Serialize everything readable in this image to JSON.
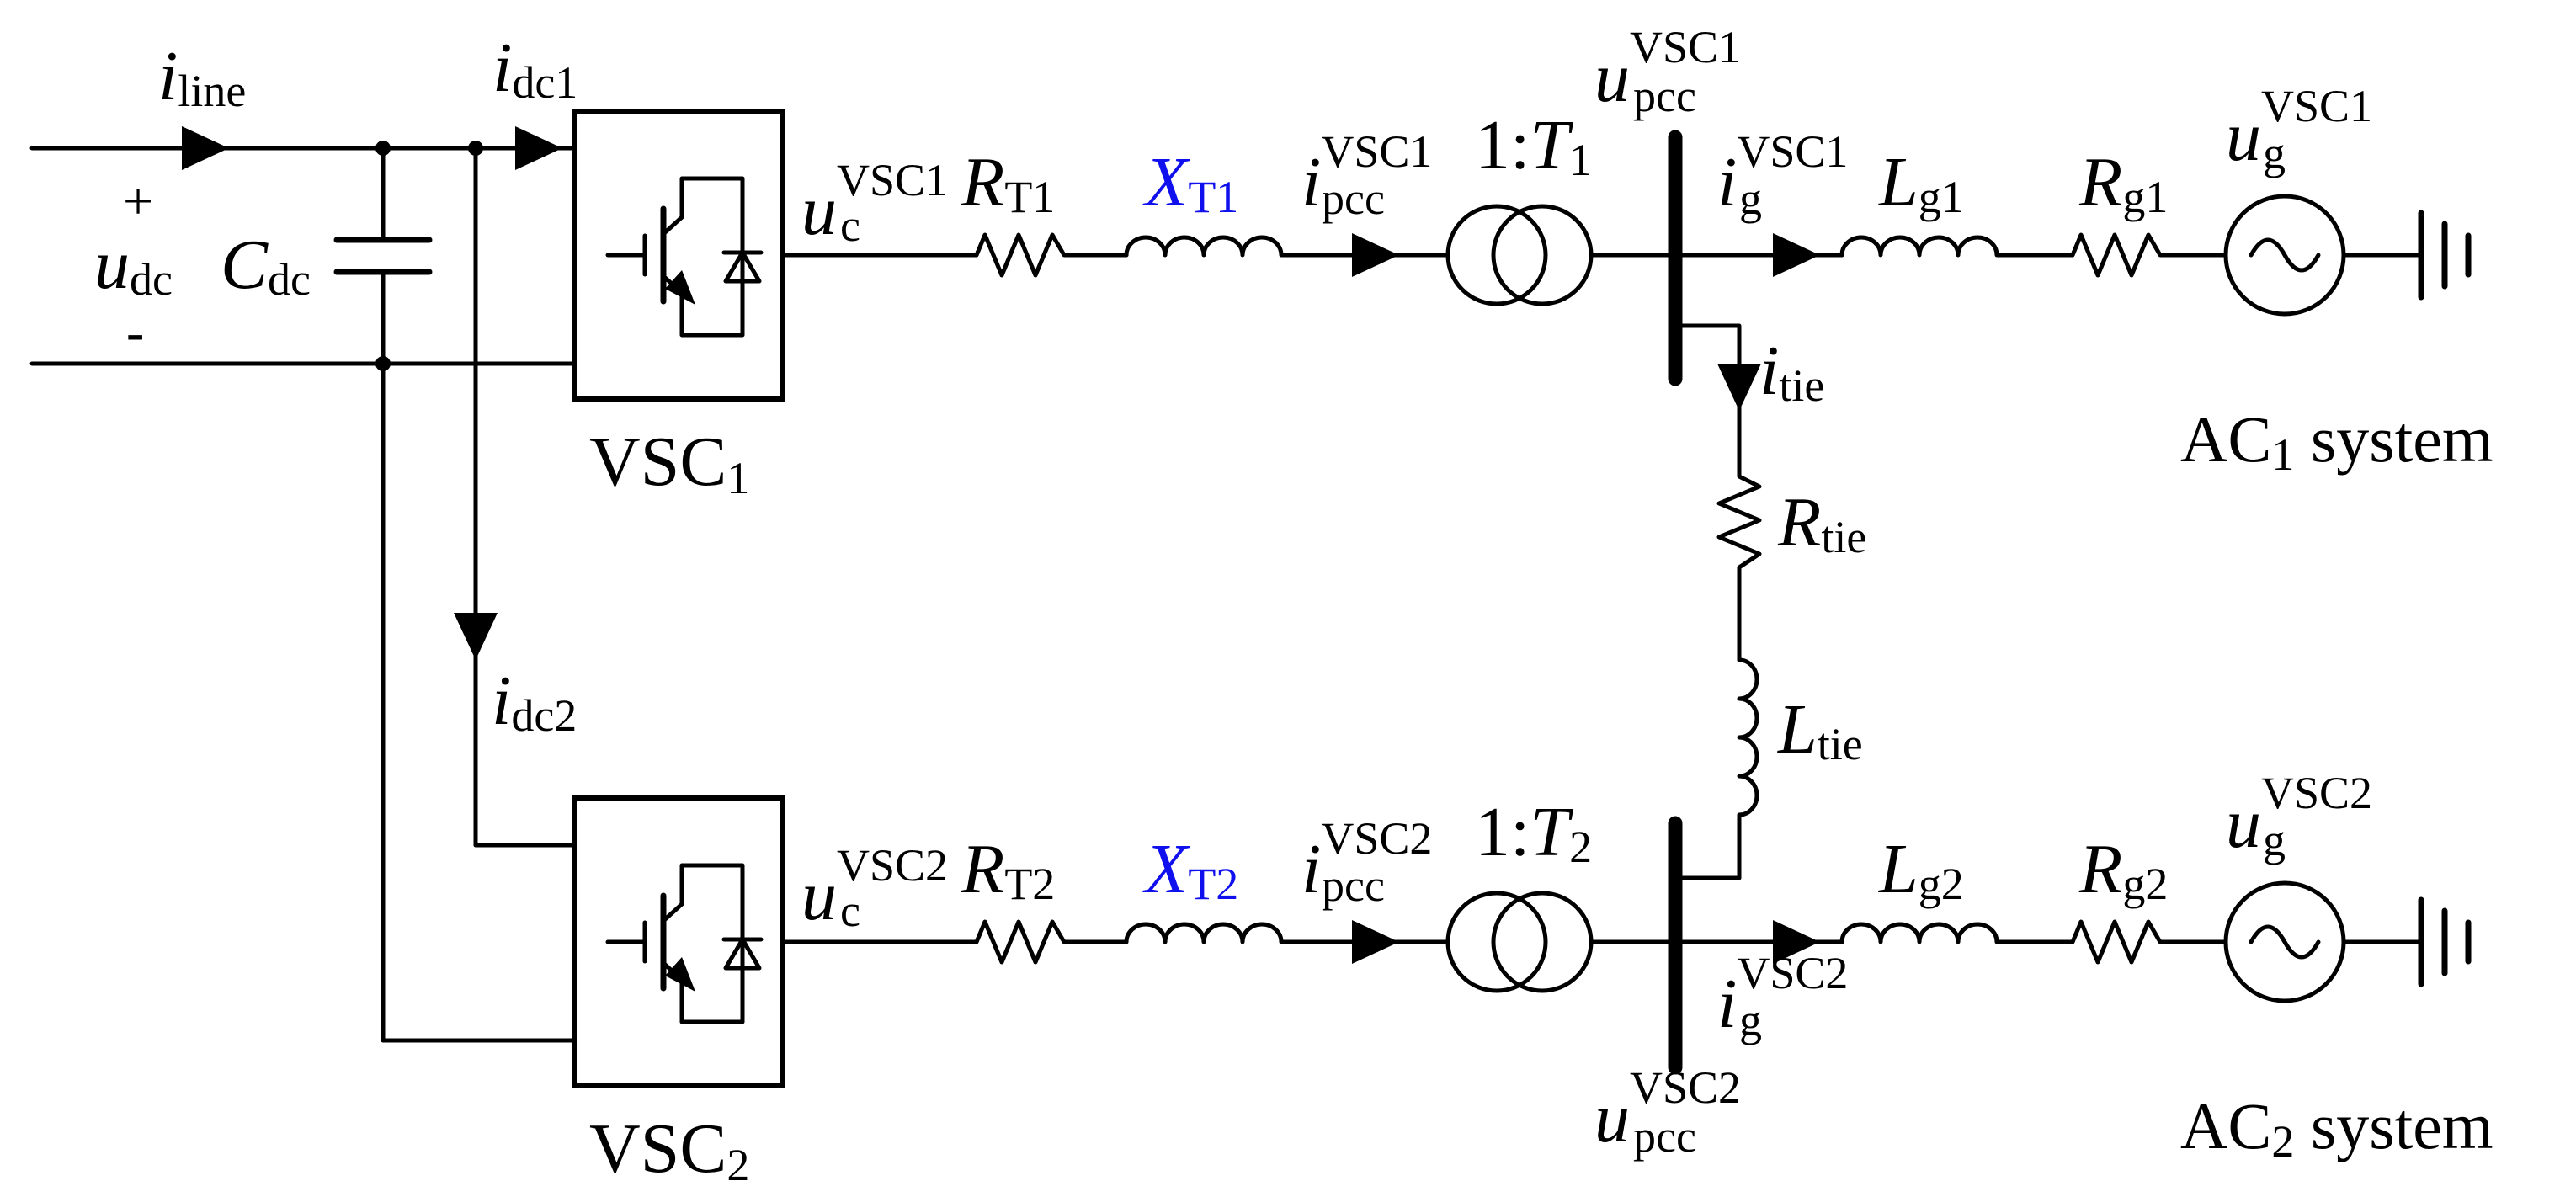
{
  "diagram": {
    "dc": {
      "current_line": {
        "sym": "i",
        "sub": "line"
      },
      "current_dc1": {
        "sym": "i",
        "sub": "dc1"
      },
      "current_dc2": {
        "sym": "i",
        "sub": "dc2"
      },
      "voltage": {
        "sym": "u",
        "sub": "dc"
      },
      "plus": "+",
      "minus": "-",
      "capacitor": {
        "sym": "C",
        "sub": "dc"
      }
    },
    "vsc1": {
      "name": "VSC",
      "name_sub": "1",
      "uc": {
        "sym": "u",
        "sub": "c",
        "sup": "VSC1"
      },
      "rt": {
        "sym": "R",
        "sub": "T1"
      },
      "xt": {
        "sym": "X",
        "sub": "T1"
      },
      "ipcc": {
        "sym": "i",
        "sub": "pcc",
        "sup": "VSC1"
      },
      "transformer": {
        "prefix": "1:",
        "sym": "T",
        "sub": "1"
      },
      "upcc": {
        "sym": "u",
        "sub": "pcc",
        "sup": "VSC1"
      },
      "ig": {
        "sym": "i",
        "sub": "g",
        "sup": "VSC1"
      },
      "lg": {
        "sym": "L",
        "sub": "g1"
      },
      "rg": {
        "sym": "R",
        "sub": "g1"
      },
      "ug": {
        "sym": "u",
        "sub": "g",
        "sup": "VSC1"
      },
      "system": {
        "pre": "AC",
        "sub": "1",
        "post": " system"
      }
    },
    "tie": {
      "current": {
        "sym": "i",
        "sub": "tie"
      },
      "resistor": {
        "sym": "R",
        "sub": "tie"
      },
      "inductor": {
        "sym": "L",
        "sub": "tie"
      }
    },
    "vsc2": {
      "name": "VSC",
      "name_sub": "2",
      "uc": {
        "sym": "u",
        "sub": "c",
        "sup": "VSC2"
      },
      "rt": {
        "sym": "R",
        "sub": "T2"
      },
      "xt": {
        "sym": "X",
        "sub": "T2"
      },
      "ipcc": {
        "sym": "i",
        "sub": "pcc",
        "sup": "VSC2"
      },
      "transformer": {
        "prefix": "1:",
        "sym": "T",
        "sub": "2"
      },
      "upcc": {
        "sym": "u",
        "sub": "pcc",
        "sup": "VSC2"
      },
      "ig": {
        "sym": "i",
        "sub": "g",
        "sup": "VSC2"
      },
      "lg": {
        "sym": "L",
        "sub": "g2"
      },
      "rg": {
        "sym": "R",
        "sub": "g2"
      },
      "ug": {
        "sym": "u",
        "sub": "g",
        "sup": "VSC2"
      },
      "system": {
        "pre": "AC",
        "sub": "2",
        "post": " system"
      }
    },
    "colors": {
      "line": "#000000",
      "highlight": "#1010ee"
    }
  }
}
